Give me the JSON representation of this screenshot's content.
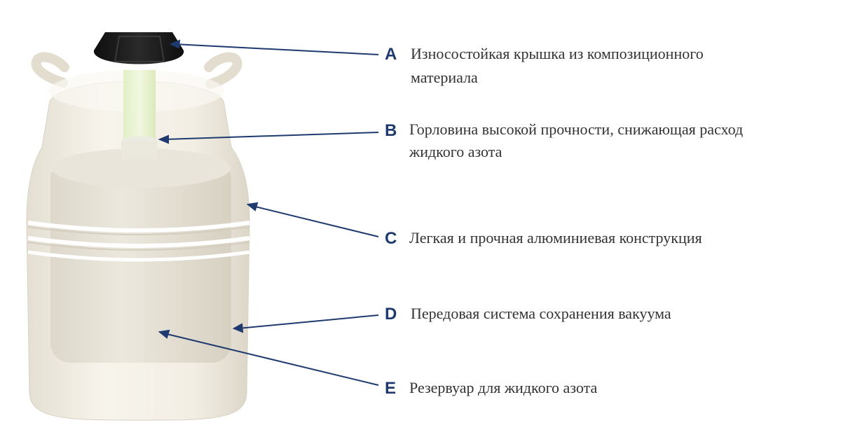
{
  "colors": {
    "accent": "#1f3a6e",
    "text": "#333333",
    "body": "#f1ede3",
    "lid": "#1a1a1a",
    "neck_glow": "#e6f2c9"
  },
  "callouts": [
    {
      "letter": "A",
      "lines": [
        "Износостойкая крышка из композиционного",
        "материала"
      ]
    },
    {
      "letter": "B",
      "lines": [
        "Горловина высокой прочности, снижающая расход",
        "жидкого азота"
      ]
    },
    {
      "letter": "C",
      "lines": [
        "Легкая и прочная алюминиевая конструкция"
      ]
    },
    {
      "letter": "D",
      "lines": [
        "Передовая система сохранения вакуума"
      ]
    },
    {
      "letter": "E",
      "lines": [
        "Резервуар для жидкого азота"
      ]
    }
  ]
}
